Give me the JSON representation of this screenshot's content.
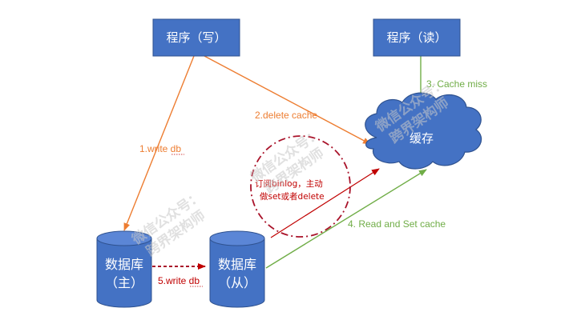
{
  "nodes": {
    "write_program": "程序（写）",
    "read_program": "程序（读）",
    "cache": "缓存",
    "master_db": {
      "line1": "数据库",
      "line2": "（主）"
    },
    "slave_db": {
      "line1": "数据库",
      "line2": "（从）"
    }
  },
  "edges": {
    "write_db": "1.write db",
    "delete_cache": "2.delete cache",
    "cache_miss": "3. Cache miss",
    "read_and_set_cache": "4. Read and Set cache",
    "replicate_write_db": "5.write db"
  },
  "note": {
    "line1": "订阅binlog，主动",
    "line2": "做set或者delete"
  },
  "watermark": {
    "line1": "微信公众号：",
    "line2": "跨界架构师"
  },
  "colors": {
    "box_fill": "#4472c4",
    "box_stroke": "#2f528f",
    "orange": "#ed7d31",
    "green": "#70ad47",
    "red": "#c00000",
    "dark_red": "#a9132a"
  }
}
